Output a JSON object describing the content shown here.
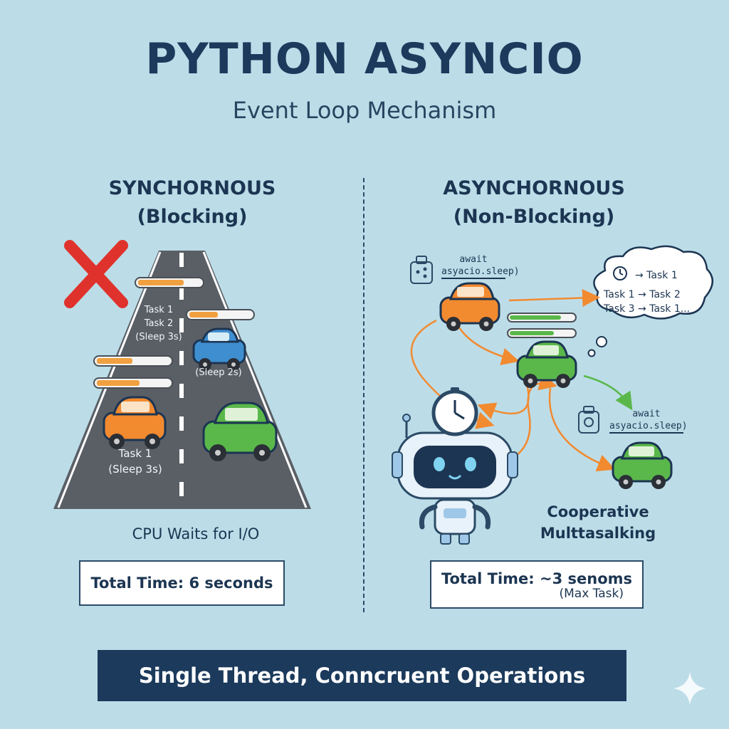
{
  "header": {
    "title": "PYTHON ASYNCIO",
    "subtitle": "Event Loop Mechanism"
  },
  "sync": {
    "heading_line1": "SYNCHORNOUS",
    "heading_line2": "(Blocking)",
    "task_top_line1": "Task 1",
    "task_top_line2": "Task 2",
    "task_top_line3": "(Sleep 3s)",
    "task_blue_label": "(Sleep 2s)",
    "task_orange_line1": "Task 1",
    "task_orange_line2": "(Sleep 3s)",
    "cpu_text": "CPU Waits for I/O",
    "total_time": "Total Time: 6 seconds"
  },
  "async": {
    "heading_line1": "ASYNCHORNOUS",
    "heading_line2": "(Non-Blocking)",
    "await_top_line1": "await",
    "await_top_line2": "asyacio.sleep)",
    "thought_line1": "→ Task 1",
    "thought_line2": "Task 1 → Task 2",
    "thought_line3": "Task 3 → Task 1...",
    "await_right_line1": "await",
    "await_right_line2": "asyacio.sleep)",
    "coop_line1": "Cooperative",
    "coop_line2": "Multtasalking",
    "total_time_line1": "Total Time: ~3 senoms",
    "total_time_line2": "(Max Task)"
  },
  "footer": {
    "banner": "Single Thread, Conncruent Operations"
  },
  "colors": {
    "background": "#bcdde8",
    "navy": "#1b3a5c",
    "orange_car": "#f28a30",
    "blue_car": "#3f8fd0",
    "green_car": "#5ab84a",
    "red_x": "#e0322c",
    "road": "#5a5f66"
  }
}
